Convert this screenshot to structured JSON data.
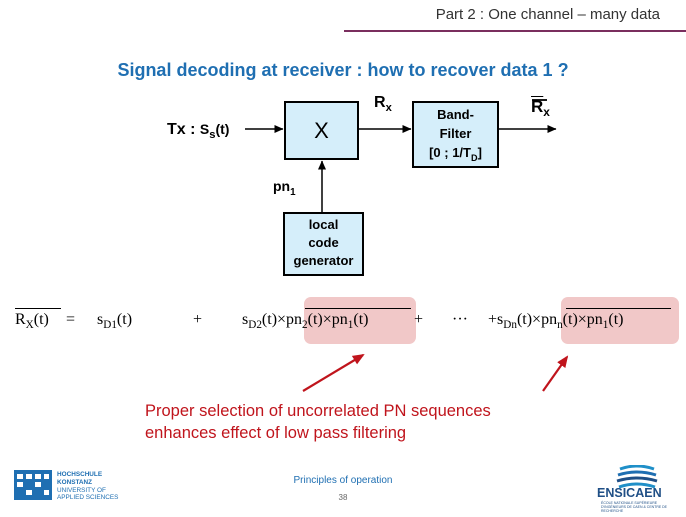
{
  "header": {
    "section": "Part 2 : One channel – many data"
  },
  "slide": {
    "title": "Signal decoding at receiver : how to recover data 1 ?"
  },
  "diagram": {
    "input_label": "Tx : ",
    "input_signal": "S",
    "input_sub": "s",
    "input_arg": "(t)",
    "mixer": "X",
    "rx_label": "R",
    "rx_sub": "x",
    "output_label": "R",
    "output_sub": "x",
    "filter_line1": "Band-",
    "filter_line2": "Filter",
    "filter_line3a": "[0 ; 1/T",
    "filter_line3_sub": "D",
    "filter_line3b": "]",
    "pn_label": "pn",
    "pn_sub": "1",
    "generator_line1": "local",
    "generator_line2": "code",
    "generator_line3": "generator"
  },
  "equation": {
    "lhs": "R",
    "lhs_sub": "X",
    "lhs_arg": "(t)",
    "equals": "=",
    "t1": "s",
    "t1_sub": "D1",
    "t1_arg": "(t)",
    "plus": "+",
    "t2": "s",
    "t2_sub": "D2",
    "t2_arg": "(t)×",
    "t2_pn": "pn",
    "t2_pn_sub": "2",
    "t2_pn_arg": "(t)×pn",
    "t2_pn1_sub": "1",
    "t2_end": "(t)",
    "plus2": "+",
    "dots": "···",
    "plus3": "+",
    "t3": "s",
    "t3_sub": "Dn",
    "t3_arg": "(t)×",
    "t3_pn": "pn",
    "t3_pn_sub": "n",
    "t3_pn_arg": "(t)×pn",
    "t3_pn1_sub": "1",
    "t3_end": "(t)"
  },
  "note": {
    "line1": "Proper selection of uncorrelated PN sequences",
    "line2": "enhances effect of low pass filtering"
  },
  "footer": {
    "center": "Principles of operation",
    "page": "38",
    "left_logo_lines": [
      "HOCHSCHULE",
      "KONSTANZ",
      "UNIVERSITY OF",
      "APPLIED SCIENCES"
    ],
    "right_logo_name": "ENSICAEN",
    "right_logo_sub": "ÉCOLE NATIONALE SUPÉRIEURE D'INGÉNIEURS DE CAEN & CENTRE DE RECHERCHE"
  },
  "colors": {
    "title": "#1f6fb2",
    "note": "#c0141c",
    "block_fill": "#d5eefa",
    "highlight": "#f1c8c8",
    "header_rule": "#7a2e5e"
  }
}
